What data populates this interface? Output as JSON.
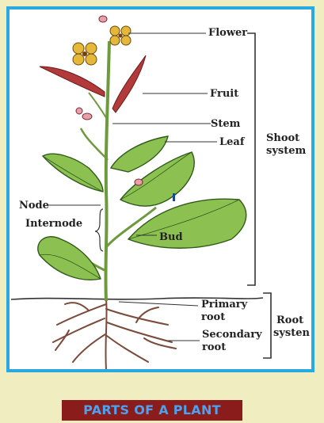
{
  "labels": {
    "flower": "Flower",
    "fruit": "Fruit",
    "stem": "Stem",
    "leaf": "Leaf",
    "node": "Node",
    "internode": "Internode",
    "bud": "Bud",
    "primary_root_1": "Primary",
    "primary_root_2": "root",
    "secondary_root_1": "Secondary",
    "secondary_root_2": "root",
    "shoot_system_1": "Shoot",
    "shoot_system_2": "system",
    "root_system_1": "Root",
    "root_system_2": "systen"
  },
  "caption": "PARTS OF A PLANT",
  "colors": {
    "frame": "#2aa8e0",
    "background": "#f0eec0",
    "caption_bg": "#8b1c1c",
    "caption_text": "#4aa3f0",
    "leaf": "#7fb84a",
    "flower": "#e6b83a",
    "fruit": "#b23a3a",
    "root": "#7a4a3a"
  }
}
